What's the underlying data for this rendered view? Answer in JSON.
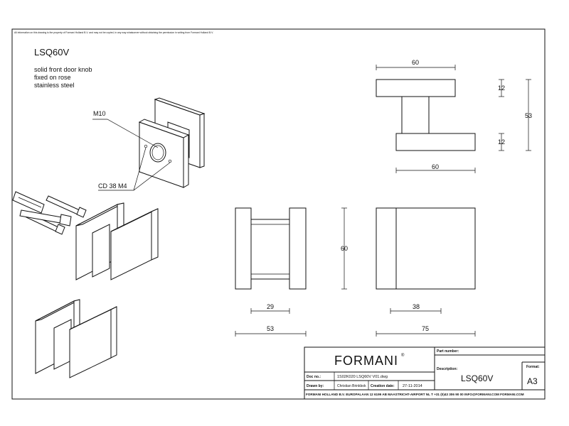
{
  "disclaimer": "All information on this drawing is the property of Formani Holland B.V. and may not be copied, in any way whatsoever without obtaining the permission in writing from Formani Holland B.V.",
  "product": {
    "code": "LSQ60V",
    "description_lines": [
      "solid front door knob",
      "fixed on rose",
      "stainless steel"
    ]
  },
  "callouts": {
    "thread": "M10",
    "fixing": "CD 38  M4"
  },
  "dimensions": {
    "top_width": "60",
    "rose_width": "60",
    "knob_height": "12",
    "rose_height": "12",
    "total_height": "53",
    "front_height": "60",
    "side_spindle": "29",
    "side_total": "53",
    "right_inner": "38",
    "right_total": "75"
  },
  "title_block": {
    "brand": "FORMANI",
    "brand_mark": "®",
    "part_number_label": "Part number:",
    "description_label": "Description:",
    "description_value": "LSQ60V",
    "format_label": "Format:",
    "format_value": "A3",
    "doc_no_label": "Doc no.:",
    "doc_no_value": "1S02K020 LSQ60V V01.dwg",
    "drawn_by_label": "Drawn by:",
    "drawn_by_value": "Christian Brinkbok",
    "creation_date_label": "Creation date:",
    "creation_date_value": "27-11-2014",
    "footer": "FORMANI HOLLAND B.V.  EUROPALAAN 12  6199 AB MAASTRICHT-AIRPORT NL  T +31 (0)43 306 90 00 INFO@FORMANI.COM FORMANI.COM"
  }
}
